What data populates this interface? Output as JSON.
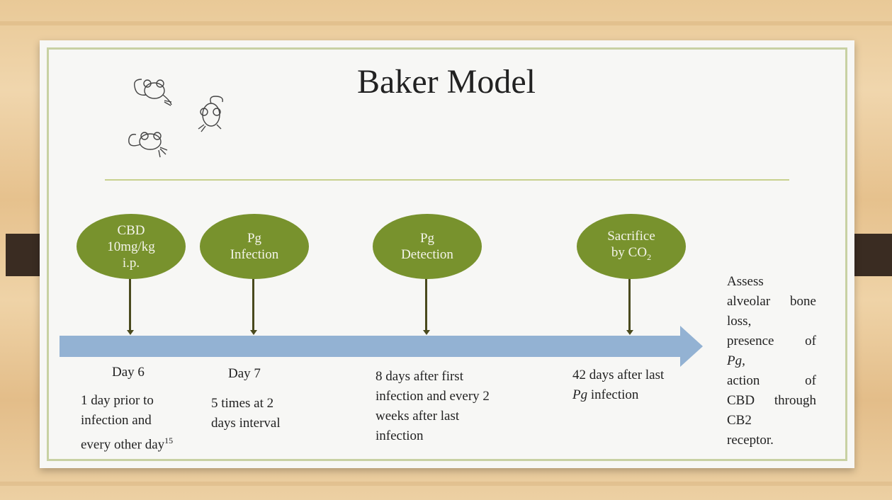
{
  "title": "Baker Model",
  "ovals": [
    {
      "line1": "CBD",
      "line2": "10mg/kg",
      "line3": "i.p."
    },
    {
      "line1": "Pg",
      "line2": "Infection"
    },
    {
      "line1": "Pg",
      "line2": "Detection"
    },
    {
      "line1": "Sacrifice",
      "line2": "by CO",
      "sub": "2"
    }
  ],
  "labels": {
    "day6": "Day 6",
    "day6_desc_1": "1 day prior to",
    "day6_desc_2": "infection and",
    "day6_desc_3": "every other day",
    "day6_ref": "15",
    "day7": "Day 7",
    "day7_desc_1": "5 times at 2",
    "day7_desc_2": "days interval",
    "det_1": "8 days after first",
    "det_2": "infection and every 2",
    "det_3": "weeks after last",
    "det_4": "infection",
    "sac_1": "42 days after last",
    "sac_2_pg": "Pg",
    "sac_2_rest": " infection"
  },
  "assess": [
    "Assess",
    "alveolar bone",
    "loss,",
    "presence of",
    "Pg,",
    "action of",
    "CBD through",
    "CB2",
    "receptor."
  ],
  "colors": {
    "oval": "#78922d",
    "arrow": "#93b2d3",
    "rule": "#c8d18e",
    "clip": "#3a2c22"
  }
}
